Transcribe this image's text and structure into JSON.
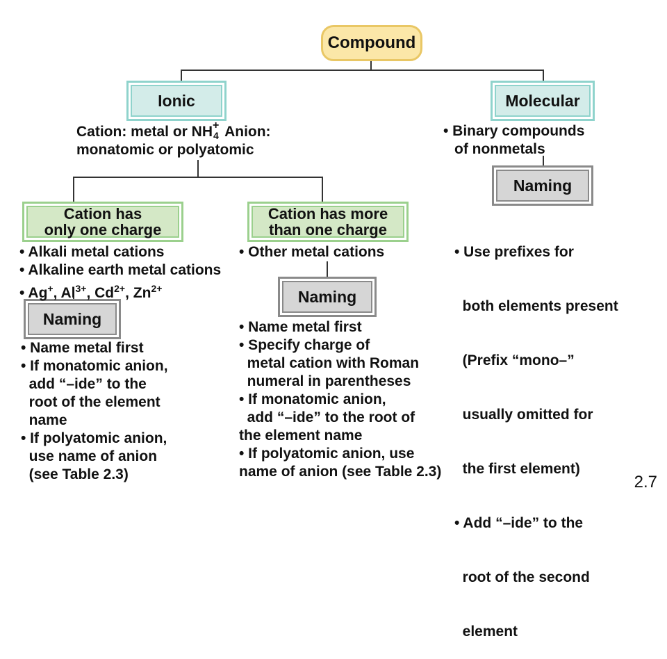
{
  "compound": "Compound",
  "ionic": {
    "title": "Ionic",
    "desc_line1_a": "Cation: metal or NH",
    "desc_line1_sup": "+",
    "desc_line1_sub": "4",
    "desc_line1_b": " Anion:",
    "desc_line2": "monatomic or polyatomic"
  },
  "molecular": {
    "title": "Molecular",
    "desc_line1": "• Binary compounds",
    "desc_line2": "of nonmetals",
    "naming": "Naming",
    "rules": [
      "• Use prefixes for",
      "  both elements present",
      "  (Prefix “mono–”",
      "  usually omitted for",
      "  the first element)",
      "• Add “–ide” to the",
      "  root of the second",
      "  element"
    ]
  },
  "one_charge": {
    "title": "Cation has\nonly one charge",
    "cations": [
      "• Alkali metal cations",
      "• Alkaline earth metal cations"
    ],
    "ions": {
      "bullet": "• ",
      "ag": "Ag",
      "ag_sup": "+",
      "al": "Al",
      "al_sup": "3+",
      "cd": "Cd",
      "cd_sup": "2+",
      "zn": "Zn",
      "zn_sup": "2+"
    },
    "naming": "Naming",
    "rules": [
      "• Name metal first",
      "• If monatomic anion,",
      "  add “–ide” to the",
      "  root of the element",
      "  name",
      "• If polyatomic anion,",
      "  use name of anion",
      "  (see Table 2.3)"
    ]
  },
  "more_charge": {
    "title": "Cation has more\nthan one charge",
    "cations": "• Other metal cations",
    "naming": "Naming",
    "rules": [
      "• Name metal first",
      "• Specify charge of",
      "  metal cation with Roman",
      "  numeral in parentheses",
      "• If monatomic anion,",
      "  add “–ide” to the root of",
      "the element name",
      "• If polyatomic anion, use",
      "name of anion (see Table 2.3)"
    ]
  },
  "page_number": "2.7"
}
